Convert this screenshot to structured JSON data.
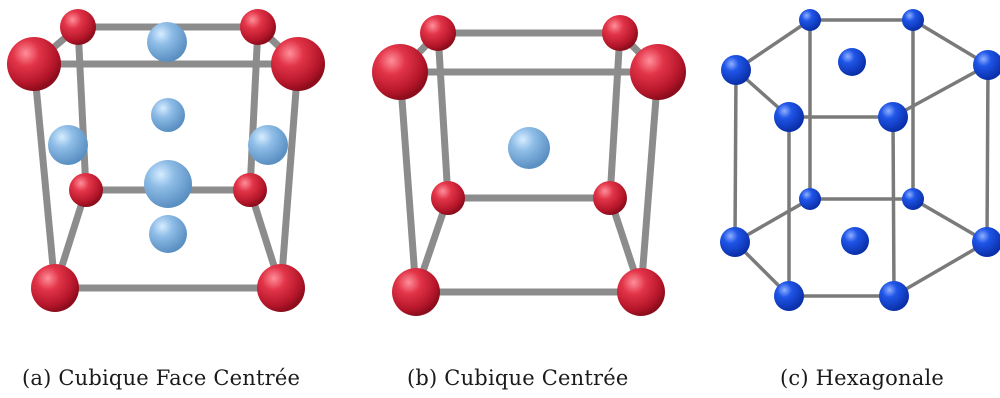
{
  "figure": {
    "panels": [
      {
        "id": "a",
        "caption": "(a) Cubique Face Centrée"
      },
      {
        "id": "b",
        "caption": "(b) Cubique Centrée"
      },
      {
        "id": "c",
        "caption": "(c) Hexagonale"
      }
    ],
    "colors": {
      "corner_atom": "#d42a3c",
      "face_atom": "#7fb0dd",
      "hex_atom": "#1447d6",
      "bond": "#8a8a8a",
      "background": "#ffffff"
    }
  }
}
